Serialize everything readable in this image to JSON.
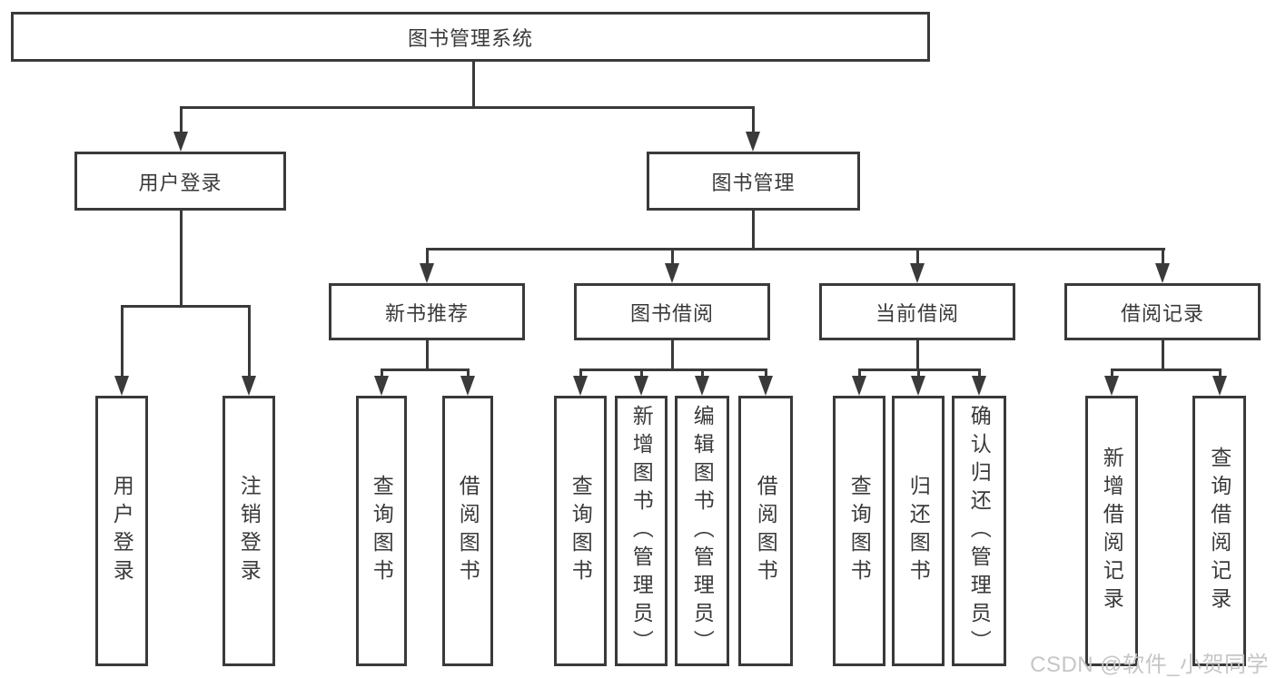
{
  "nodes": {
    "root": "图书管理系统",
    "level2": [
      "用户登录",
      "图书管理"
    ],
    "level3": [
      "新书推荐",
      "图书借阅",
      "当前借阅",
      "借阅记录"
    ],
    "leaves": [
      "用户登录",
      "注销登录",
      "查询图书",
      "借阅图书",
      "查询图书",
      "新增图书（管理员）",
      "编辑图书（管理员）",
      "借阅图书",
      "查询图书",
      "归还图书",
      "确认归还（管理员）",
      "新增借阅记录",
      "查询借阅记录"
    ]
  },
  "watermark": {
    "text": "CSDN @软件_小贺同学"
  },
  "colors": {
    "line": "#3a3a3a",
    "text": "#3a3a3a",
    "watermark": "#c6c6c6",
    "background": "#ffffff"
  }
}
